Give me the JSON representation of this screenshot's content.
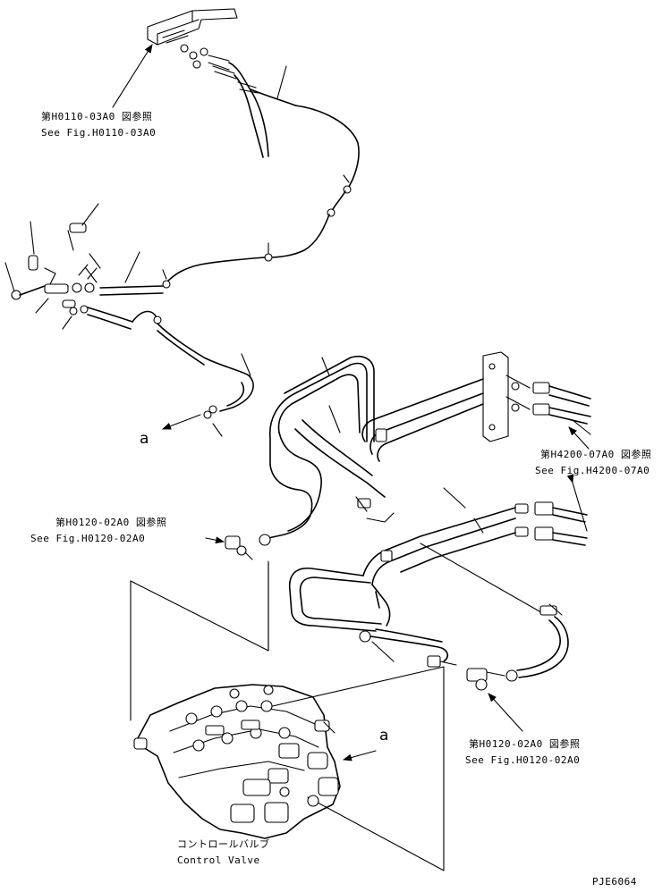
{
  "callouts": {
    "ref_h0110_jp": "第H0110-03A0 図参照",
    "ref_h0110_en": "See Fig.H0110-03A0",
    "ref_h4200_jp": "第H4200-07A0 図参照",
    "ref_h4200_en": "See Fig.H4200-07A0",
    "ref_h0120_left_jp": "第H0120-02A0 図参照",
    "ref_h0120_left_en": "See Fig.H0120-02A0",
    "ref_h0120_right_jp": "第H0120-02A0 図参照",
    "ref_h0120_right_en": "See Fig.H0120-02A0",
    "view_a_left": "a",
    "view_a_right": "a"
  },
  "component": {
    "name_jp": "コントロールバルブ",
    "name_en": "Control Valve"
  },
  "drawing_number": "PJE6064"
}
